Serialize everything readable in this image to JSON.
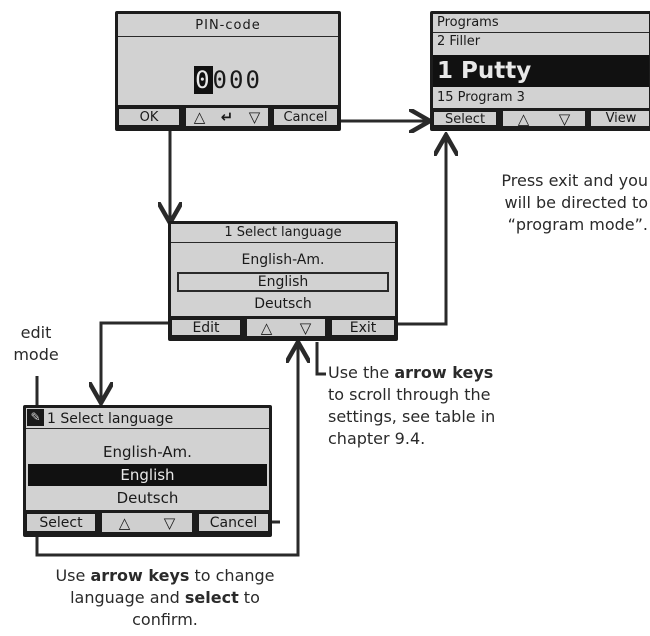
{
  "pin_screen": {
    "title": "PIN-code",
    "pin_digit_active": "0",
    "pin_digits_rest": "000",
    "softkey_ok": "OK",
    "softkey_cancel": "Cancel"
  },
  "programs_screen": {
    "title": "Programs",
    "item_above": "2 Filler",
    "item_selected": "1 Putty",
    "item_below": "15 Program 3",
    "softkey_select": "Select",
    "softkey_view": "View"
  },
  "language_screen": {
    "title": "1 Select language",
    "option_1": "English-Am.",
    "option_2": "English",
    "option_3": "Deutsch",
    "softkey_edit": "Edit",
    "softkey_exit": "Exit"
  },
  "edit_screen": {
    "title": "1 Select language",
    "option_1": "English-Am.",
    "option_2": "English",
    "option_3": "Deutsch",
    "softkey_select": "Select",
    "softkey_cancel": "Cancel"
  },
  "notes": {
    "edit_mode": [
      "edit",
      "mode"
    ],
    "exit_note": [
      "Press exit and you",
      "will be directed to",
      "“program mode”."
    ],
    "scroll_note": {
      "line1_pre": "Use the ",
      "line1_bold": "arrow keys",
      "line2": "to scroll through the",
      "line3": "settings, see table in",
      "line4": "chapter 9.4."
    },
    "change_note": {
      "line1_pre": "Use ",
      "line1_bold": "arrow keys",
      "line1_post": " to change",
      "line2_pre": "language and ",
      "line2_bold": "select",
      "line2_post": " to",
      "line3": "confirm."
    }
  },
  "icons": {
    "up": "up-triangle-icon",
    "down": "down-triangle-icon",
    "enter": "enter-arrow-icon",
    "edit": "pencil-icon"
  },
  "colors": {
    "lcd_background": "#d2d2d2",
    "bezel": "#1c1c1c",
    "connector_line": "#2a2a2a"
  }
}
